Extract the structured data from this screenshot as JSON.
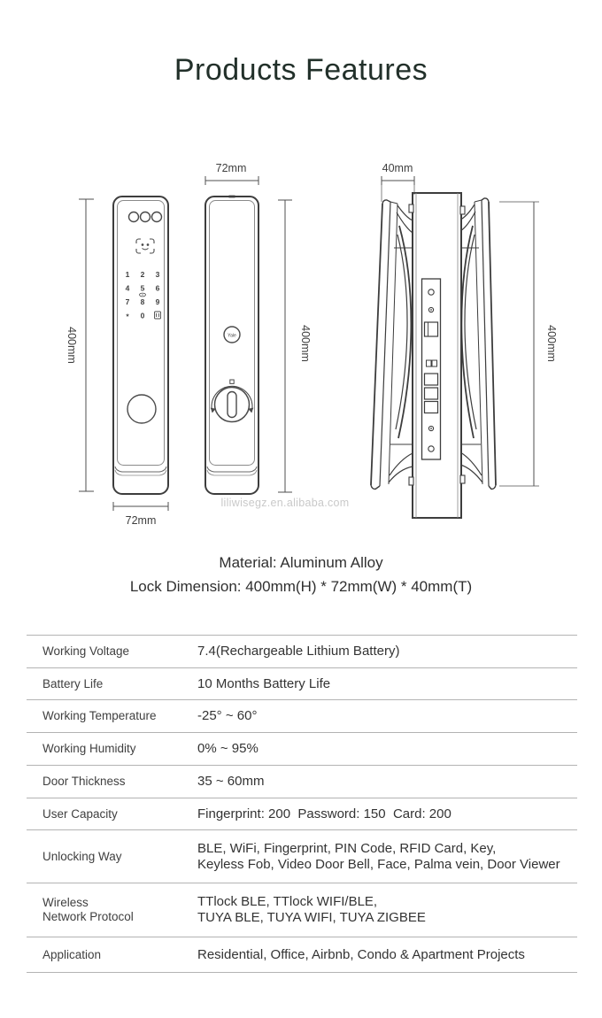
{
  "page": {
    "title": "Products Features",
    "watermark": "liliwisegz.en.alibaba.com"
  },
  "drawings": {
    "front": {
      "height_label": "400mm",
      "width_label": "72mm",
      "keypad": [
        "1",
        "2",
        "3",
        "4",
        "5",
        "6",
        "7",
        "8",
        "9",
        "*",
        "0"
      ]
    },
    "back": {
      "width_label": "72mm",
      "height_label": "400mm",
      "logo": "Yale"
    },
    "side": {
      "thickness_label": "40mm",
      "height_label": "400mm"
    }
  },
  "specs_summary": {
    "material": "Material: Aluminum Alloy",
    "dimension": "Lock Dimension: 400mm(H) * 72mm(W) * 40mm(T)"
  },
  "spec_table": {
    "rows": [
      {
        "label": "Working Voltage",
        "value": "7.4(Rechargeable Lithium Battery)"
      },
      {
        "label": "Battery Life",
        "value": "10 Months Battery Life"
      },
      {
        "label": "Working Temperature",
        "value": "-25° ~ 60°"
      },
      {
        "label": "Working Humidity",
        "value": "0% ~ 95%"
      },
      {
        "label": "Door Thickness",
        "value": "35 ~ 60mm"
      },
      {
        "label": "User Capacity",
        "value": "Fingerprint: 200  Password: 150  Card: 200"
      },
      {
        "label": "Unlocking Way",
        "value": "BLE, WiFi, Fingerprint, PIN Code, RFID Card, Key,\nKeyless Fob, Video Door Bell, Face, Palma vein, Door Viewer"
      },
      {
        "label": "Wireless\nNetwork Protocol",
        "value": "TTlock BLE, TTlock WIFI/BLE,\nTUYA BLE, TUYA WIFI, TUYA ZIGBEE"
      },
      {
        "label": "Application",
        "value": "Residential, Office, Airbnb, Condo & Apartment Projects"
      }
    ]
  }
}
